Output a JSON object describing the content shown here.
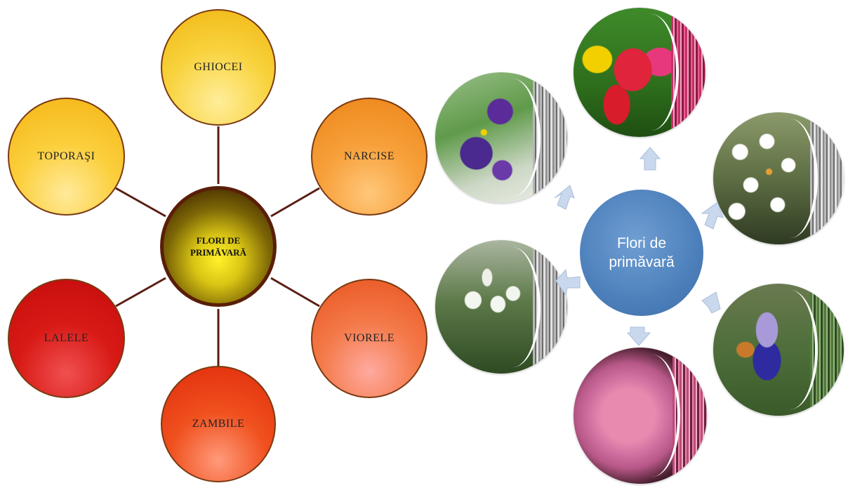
{
  "left_diagram": {
    "center": {
      "label": "FLORI DE PRIMĂVARĂ"
    },
    "nodes": [
      {
        "id": "ghiocei",
        "label": "GHIOCEI",
        "color": "#f6c11c"
      },
      {
        "id": "narcise",
        "label": "NARCISE",
        "color": "#f08a1e"
      },
      {
        "id": "viorele",
        "label": "VIORELE",
        "color": "#ee5a2a"
      },
      {
        "id": "zambile",
        "label": "ZAMBILE",
        "color": "#e52a10"
      },
      {
        "id": "lalele",
        "label": "LALELE",
        "color": "#d41010"
      },
      {
        "id": "toporasi",
        "label": "TOPORAŞI",
        "color": "#f8c01a"
      }
    ],
    "connector_color": "#5a1e14"
  },
  "right_diagram": {
    "center": {
      "label": "Flori de primăvară",
      "color": "#4f81bd"
    },
    "photos": [
      {
        "id": "violets",
        "icon": "violet-flower-photo"
      },
      {
        "id": "tulips",
        "icon": "tulip-flower-photo"
      },
      {
        "id": "narcissus",
        "icon": "narcissus-flower-photo"
      },
      {
        "id": "iris",
        "icon": "iris-flower-photo"
      },
      {
        "id": "hyacinth",
        "icon": "hyacinth-flower-photo"
      },
      {
        "id": "snowdrops",
        "icon": "snowdrop-flower-photo"
      }
    ],
    "arrow_color": "#c5d5ea"
  }
}
